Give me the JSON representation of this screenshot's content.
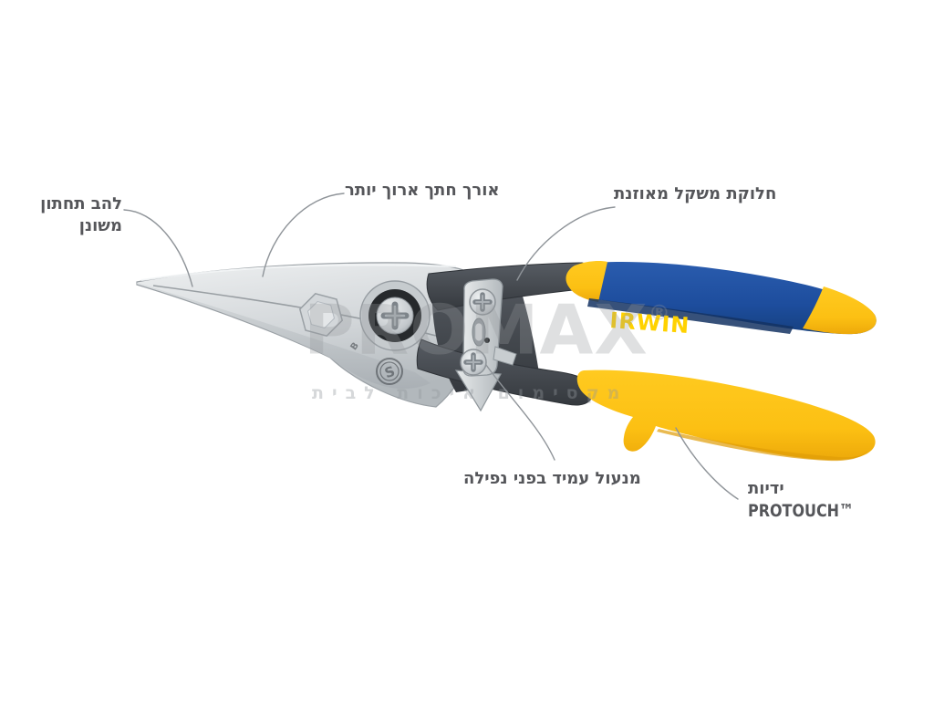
{
  "product": {
    "brand_logo": "IRWIN",
    "stamp_s": "S",
    "stamp_b": "B"
  },
  "watermark": {
    "text": "PROMAX",
    "registered": "®",
    "tagline": "מקסימום איכות לבית"
  },
  "annotations": {
    "bottom_blade": {
      "line1": "להב תחתון",
      "line2": "משונן"
    },
    "cut_length": {
      "text": "אורך חתך ארוך יותר"
    },
    "weight_distribution": {
      "text": "חלוקת משקל מאוזנת"
    },
    "drop_lock": {
      "text": "מנעול עמיד בפני נפילה"
    },
    "handles": {
      "line1": "ידיות",
      "line2": "PROTOUCH™"
    }
  },
  "colors": {
    "background": "#ffffff",
    "handle_blue": "#1d4d9d",
    "handle_blue_dark": "#143263",
    "handle_yellow": "#fcc013",
    "handle_yellow_dark": "#eda90a",
    "brand_text_yellow": "#ffd200",
    "steel_light": "#e3e6e8",
    "steel_dark": "#b4bac0",
    "graphite": "#45494f",
    "label_text": "#55565a",
    "callout_line": "#8f9499",
    "watermark_gray": "#94989d"
  }
}
